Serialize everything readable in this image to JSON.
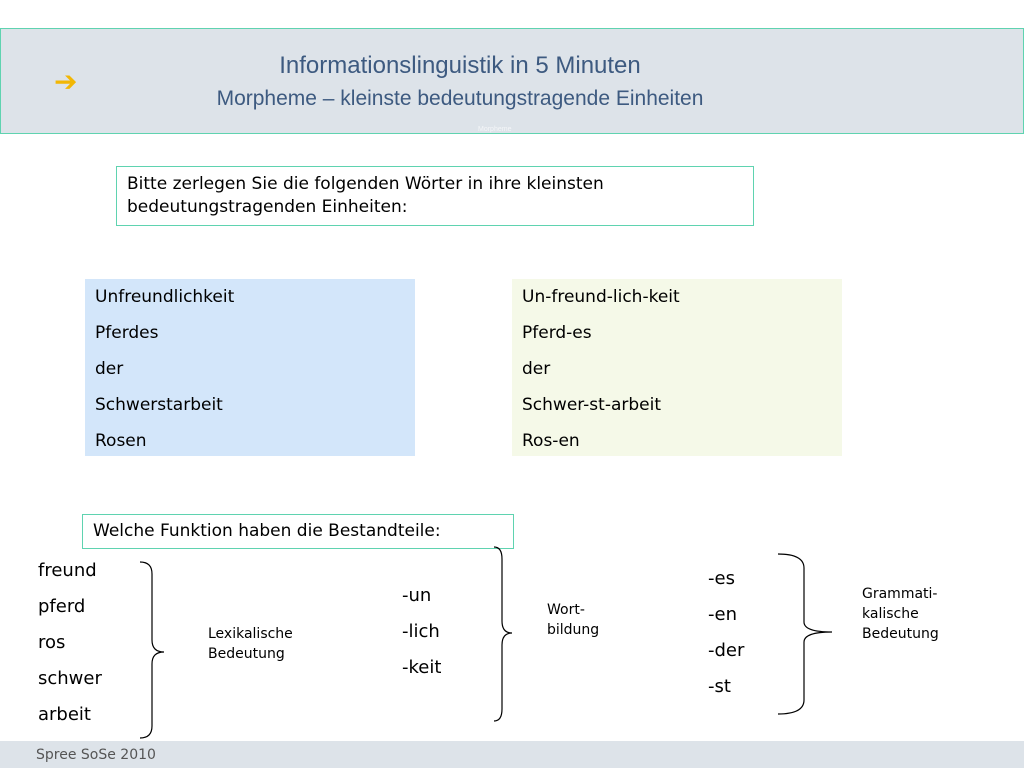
{
  "header": {
    "icon": "arrow-right-icon",
    "arrow": "➔",
    "title": "Informationslinguistik in 5 Minuten",
    "subtitle": "Morpheme – kleinste bedeutungstragende Einheiten",
    "faint_text": "Morpheme"
  },
  "task": {
    "text": "Bitte zerlegen Sie die folgenden Wörter in ihre kleinsten bedeutungstragenden Einheiten:"
  },
  "words": [
    "Unfreundlichkeit",
    "Pferdes",
    "der",
    "Schwerstarbeit",
    "Rosen"
  ],
  "segmented": [
    "Un-freund-lich-keit",
    "Pferd-es",
    "der",
    "Schwer-st-arbeit",
    "Ros-en"
  ],
  "question": {
    "text": "Welche Funktion haben die Bestandteile:"
  },
  "groups": {
    "lexical": {
      "items": [
        "freund",
        "pferd",
        "ros",
        "schwer",
        "arbeit"
      ],
      "label": "Lexikalische\nBedeutung"
    },
    "wordformation": {
      "items": [
        "-un",
        "-lich",
        "-keit"
      ],
      "label": "Wort-\nbildung"
    },
    "grammatical": {
      "items": [
        "-es",
        "-en",
        "-der",
        "-st"
      ],
      "label": "Grammati-\nkalische\nBedeutung"
    }
  },
  "footer": {
    "text": "Spree SoSe 2010"
  },
  "colors": {
    "accent_border": "#5fd3b0",
    "header_bg": "#dde3e9",
    "title_color": "#3d5a80",
    "arrow_color": "#f2b705",
    "left_list_bg": "#d3e6fa",
    "right_list_bg": "#f5f9e8"
  }
}
